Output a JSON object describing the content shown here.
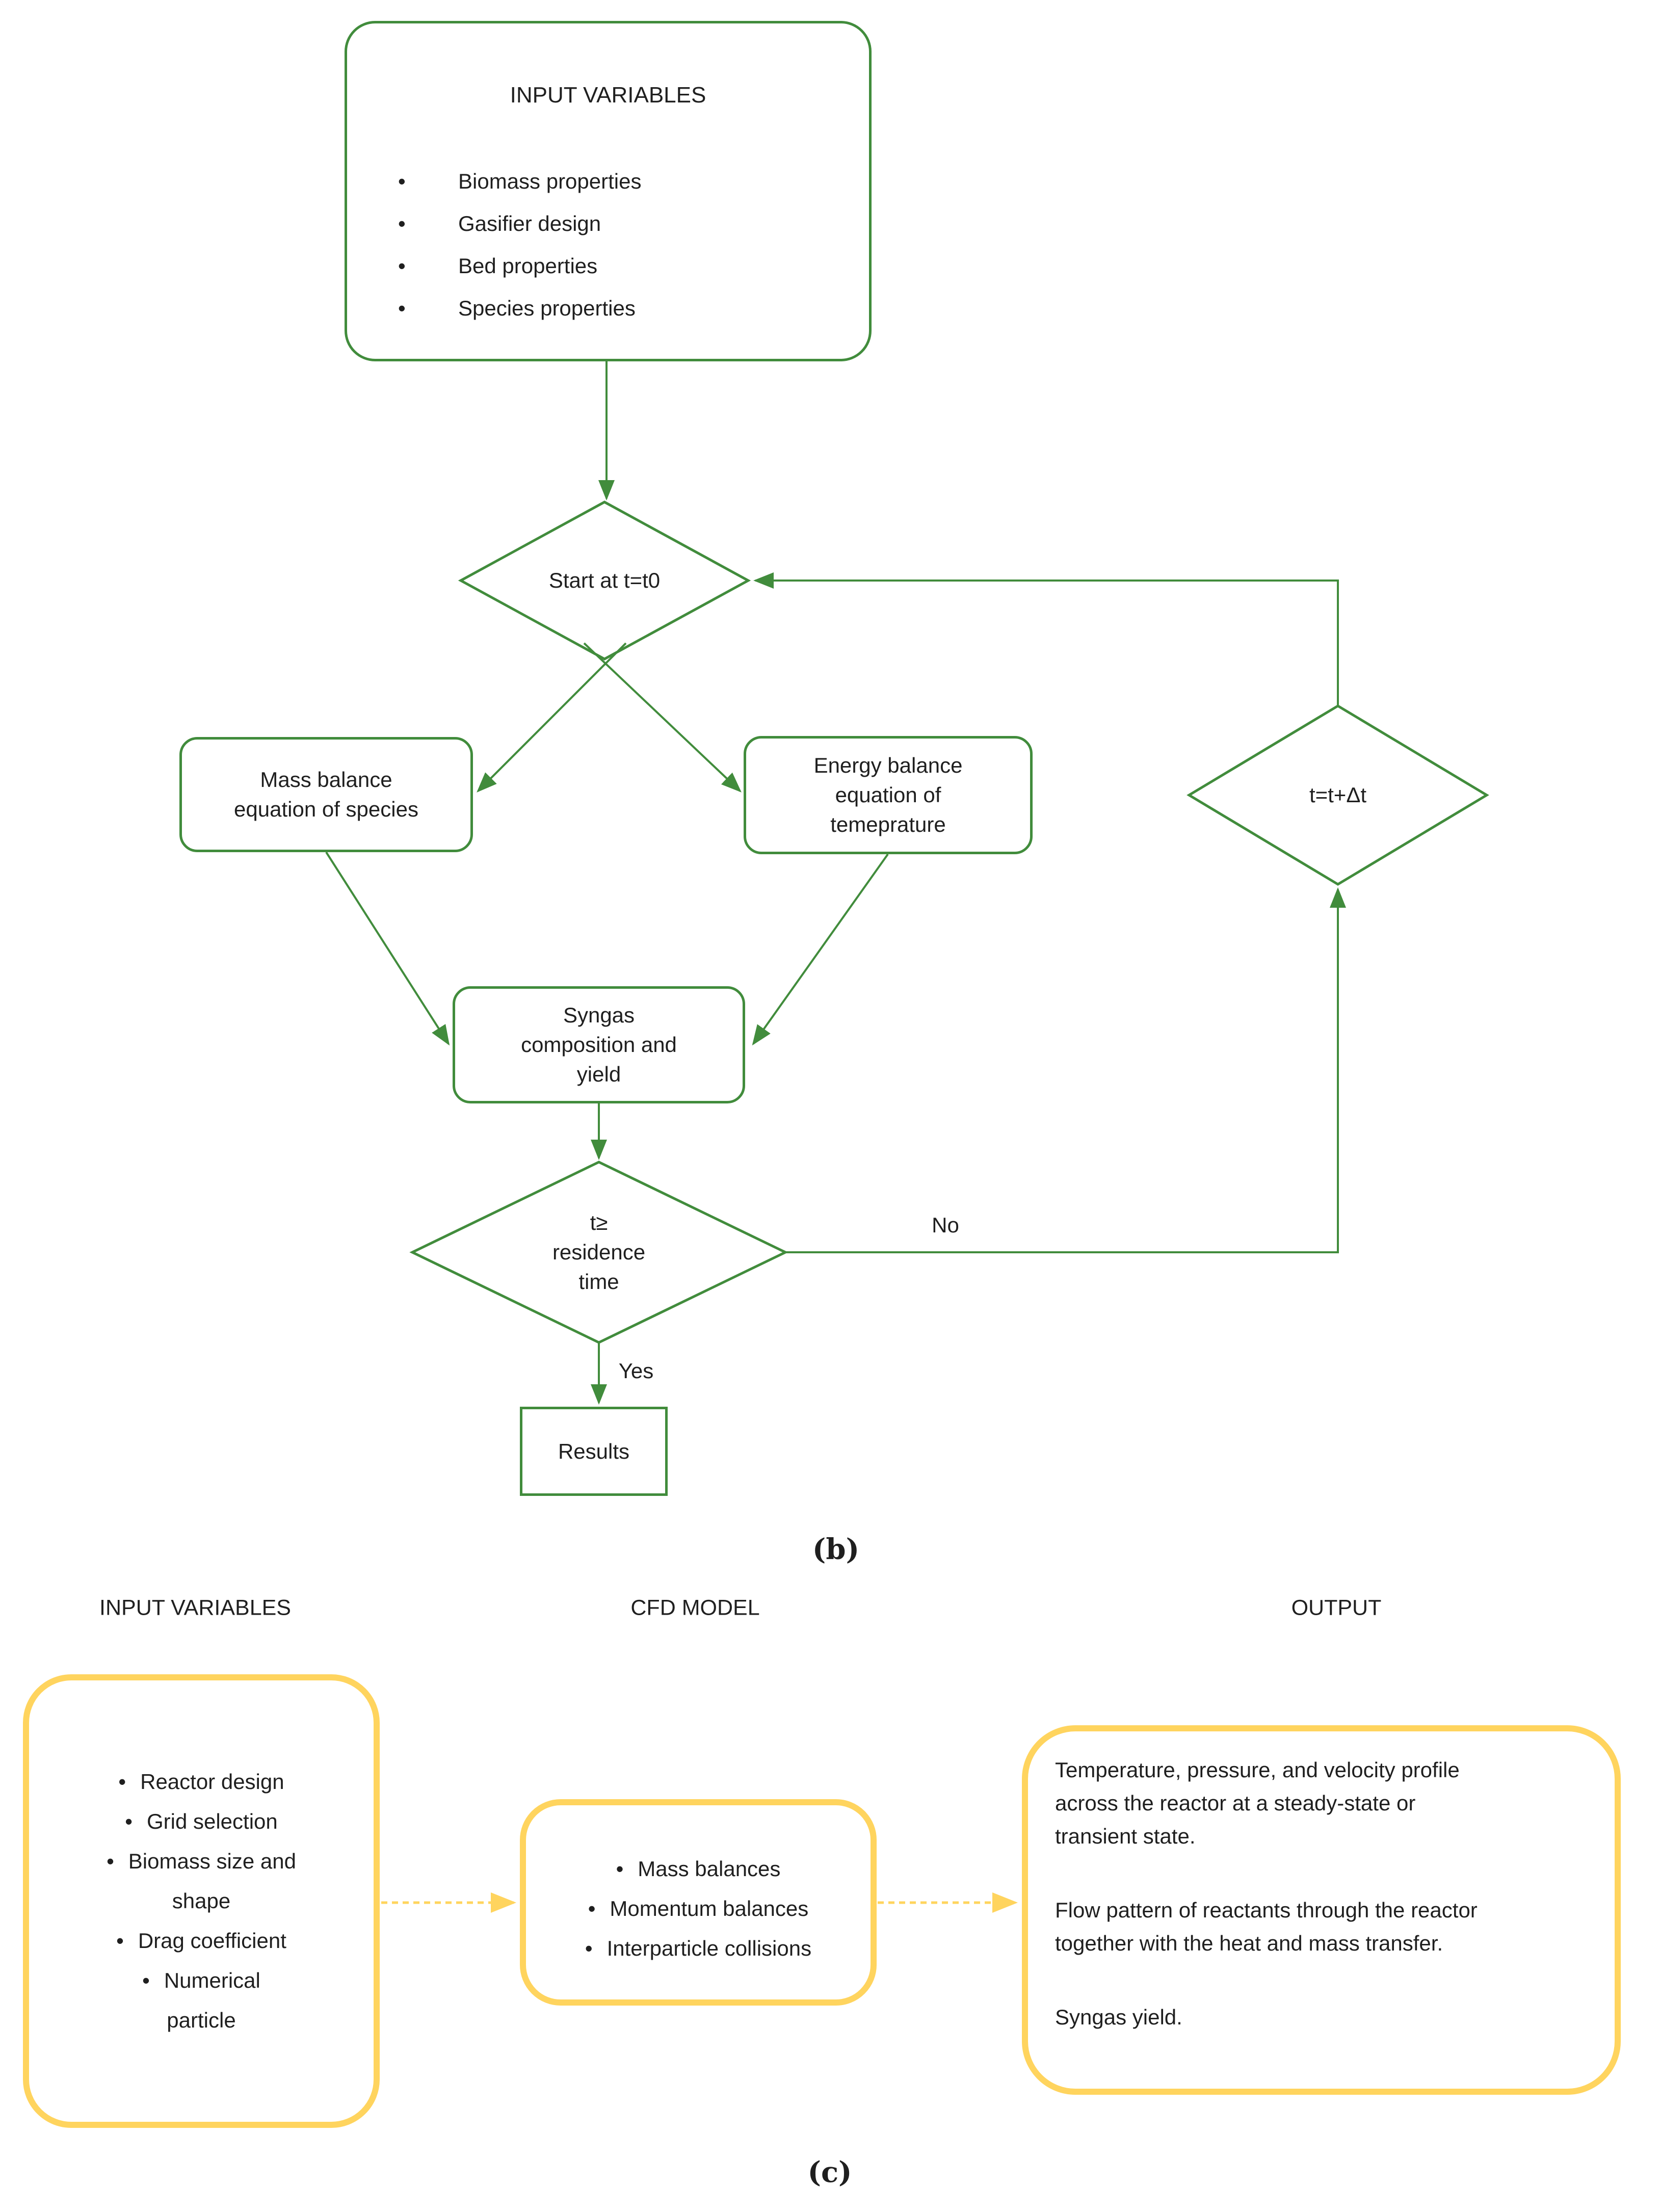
{
  "colors": {
    "green": "#418C3C",
    "yellow": "#FFD45E",
    "text": "#1f1f1f"
  },
  "chart_b": {
    "caption": "(b)",
    "input_box": {
      "title": "INPUT VARIABLES",
      "items": [
        "Biomass properties",
        "Gasifier design",
        "Bed properties",
        "Species properties"
      ]
    },
    "start_diamond_lines": [
      "Start at",
      "t=t0"
    ],
    "mass_box_lines": [
      "Mass balance",
      "equation of species"
    ],
    "energy_box_lines": [
      "Energy balance",
      "equation of",
      "temeprature"
    ],
    "syngas_box_lines": [
      "Syngas",
      "composition and",
      "yield"
    ],
    "residence_diamond_lines": [
      "t≥",
      "residence",
      "time"
    ],
    "tdt_label": "t=t+Δt",
    "results_label": "Results",
    "no_label": "No",
    "yes_label": "Yes"
  },
  "chart_c": {
    "caption": "(c)",
    "headers": {
      "input": "INPUT VARIABLES",
      "cfd": "CFD MODEL",
      "output": "OUTPUT"
    },
    "input_items": [
      [
        "Reactor design"
      ],
      [
        "Grid selection"
      ],
      [
        "Biomass size and",
        "shape"
      ],
      [
        "Drag coefficient"
      ],
      [
        "Numerical",
        "particle"
      ]
    ],
    "cfd_items": [
      [
        "Mass balances"
      ],
      [
        "Momentum balances"
      ],
      [
        "Interparticle collisions"
      ]
    ],
    "output_blocks": [
      [
        "Temperature, pressure, and velocity profile",
        "across the reactor at a steady-state or",
        "transient state."
      ],
      [
        "Flow pattern of reactants through the reactor",
        "together with the heat and mass transfer."
      ],
      [
        "Syngas yield."
      ]
    ]
  }
}
